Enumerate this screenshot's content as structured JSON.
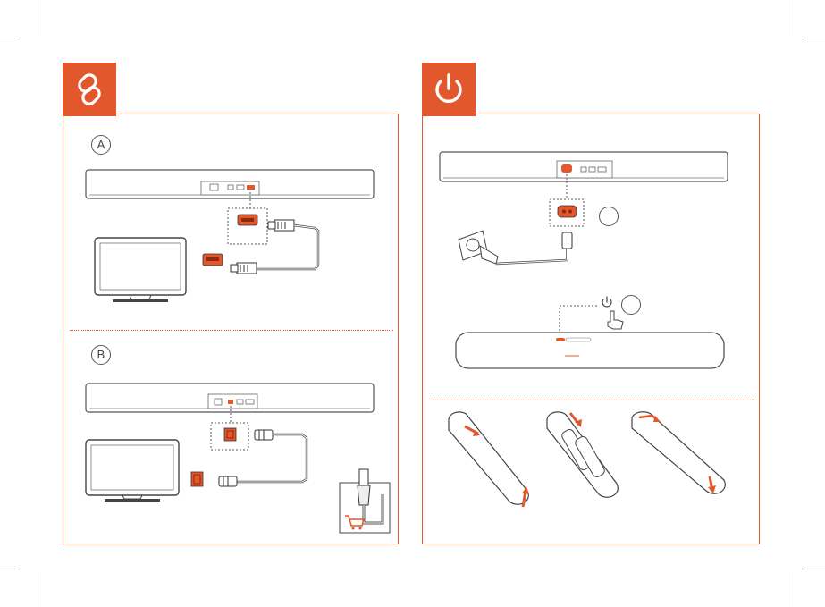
{
  "left_panel": {
    "badge_icon": "link-icon",
    "section_a_label": "A",
    "section_b_label": "B",
    "connectors": [
      "hdmi-port-icon",
      "optical-port-icon"
    ]
  },
  "right_panel": {
    "badge_icon": "power-icon",
    "steps": [
      "power-cable-step",
      "power-button-step",
      "remote-battery-step"
    ]
  },
  "colors": {
    "accent": "#e2572b",
    "line": "#555555"
  }
}
